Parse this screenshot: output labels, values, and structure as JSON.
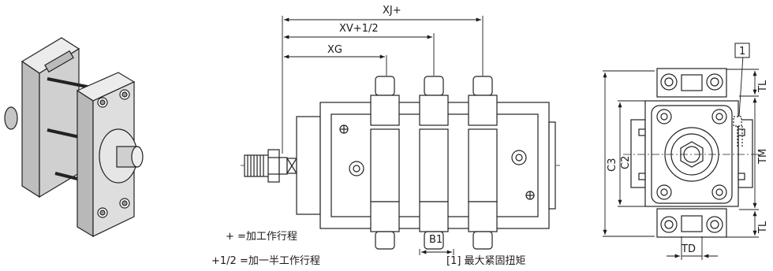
{
  "dims": {
    "xj": "XJ+",
    "xv": "XV+1/2",
    "xg": "XG",
    "b1": "B1",
    "c3": "C3",
    "c2": "C2",
    "tl_top": "TL",
    "tm": "TM",
    "tl_bottom": "TL",
    "td": "TD",
    "callout": "1"
  },
  "legend": {
    "plus": "+ =加工作行程",
    "half": "+1/2 =加一半工作行程",
    "torque": "[1] 最大紧固扭矩"
  }
}
